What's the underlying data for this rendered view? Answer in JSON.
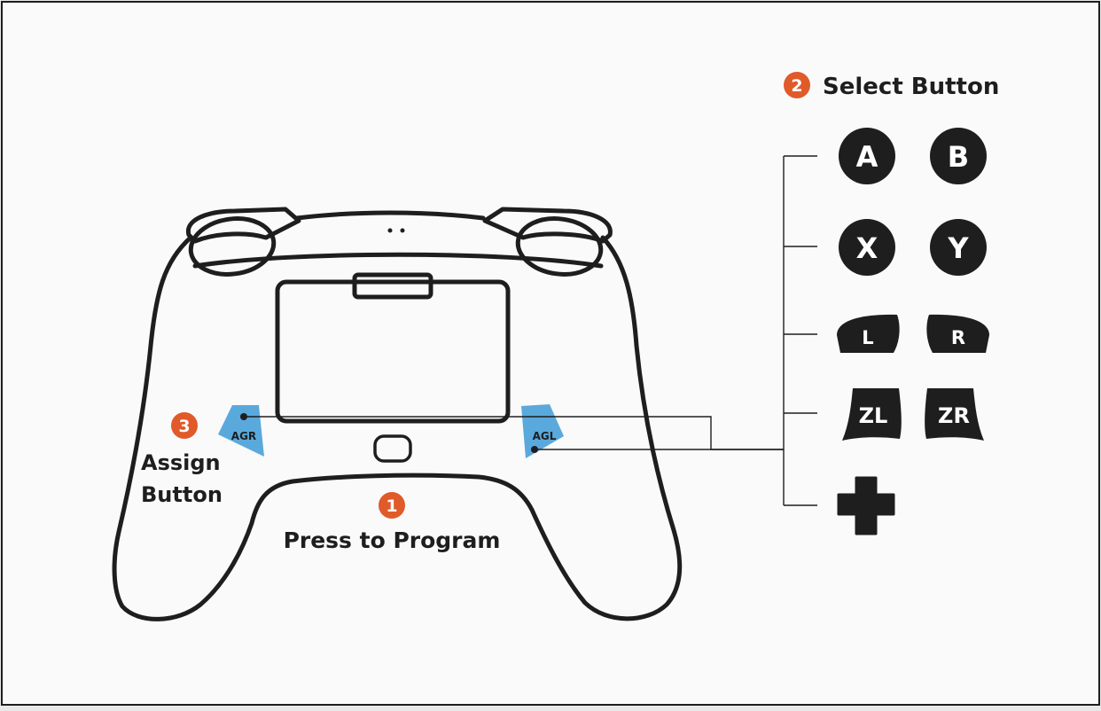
{
  "colors": {
    "background": "#e9e9e9",
    "panel": "#fafafa",
    "outline": "#1e1e1e",
    "badge": "#e05a2a",
    "paddle": "#5aa9dc",
    "button_fill": "#1e1e1e"
  },
  "steps": {
    "select": {
      "number": "2",
      "label": "Select Button"
    },
    "press": {
      "number": "1",
      "label": "Press to Program"
    },
    "assign": {
      "number": "3",
      "label_line1": "Assign",
      "label_line2": "Button"
    }
  },
  "paddles": {
    "right": "AGR",
    "left": "AGL"
  },
  "buttons": {
    "a": "A",
    "b": "B",
    "x": "X",
    "y": "Y",
    "l": "L",
    "r": "R",
    "zl": "ZL",
    "zr": "ZR"
  },
  "icons": {
    "plus": "dpad-plus-icon",
    "controller": "controller-back-icon"
  }
}
